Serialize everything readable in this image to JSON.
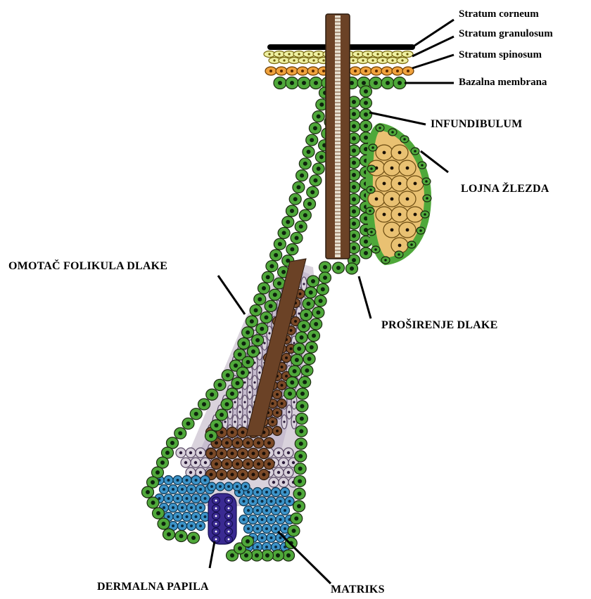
{
  "labels": {
    "stratum_corneum": "Stratum corneum",
    "stratum_granulosum": "Stratum granulosum",
    "stratum_spinosum": "Stratum spinosum",
    "bazalna_membrana": "Bazalna membrana",
    "infundibulum": "INFUNDIBULUM",
    "lojna_zlezda": "LOJNA ŽLEZDA",
    "omotac_folikula_dlake": "OMOTAČ FOLIKULA DLAKE",
    "prosirenje_dlake": "PROŠIRENJE DLAKE",
    "dermalna_papila": "DERMALNA PAPILA",
    "matriks": "MATRIKS"
  },
  "colors": {
    "sheath_green": "#4fa83a",
    "nucleus": "#0d220d",
    "hair_shaft": "#6b4226",
    "corneum": "#000000",
    "granulosum": "#eef0a2",
    "spinosum": "#f0a23c",
    "sebaceous": "#e9c172",
    "inner_sheath_light": "#d9d2dc",
    "inner_sheath_lilac": "#beb3c8",
    "cortex_brown": "#7b4a28",
    "matrix_blue": "#3d94c9",
    "dermal_papilla": "#3a2a92",
    "leader_line": "#000000"
  }
}
